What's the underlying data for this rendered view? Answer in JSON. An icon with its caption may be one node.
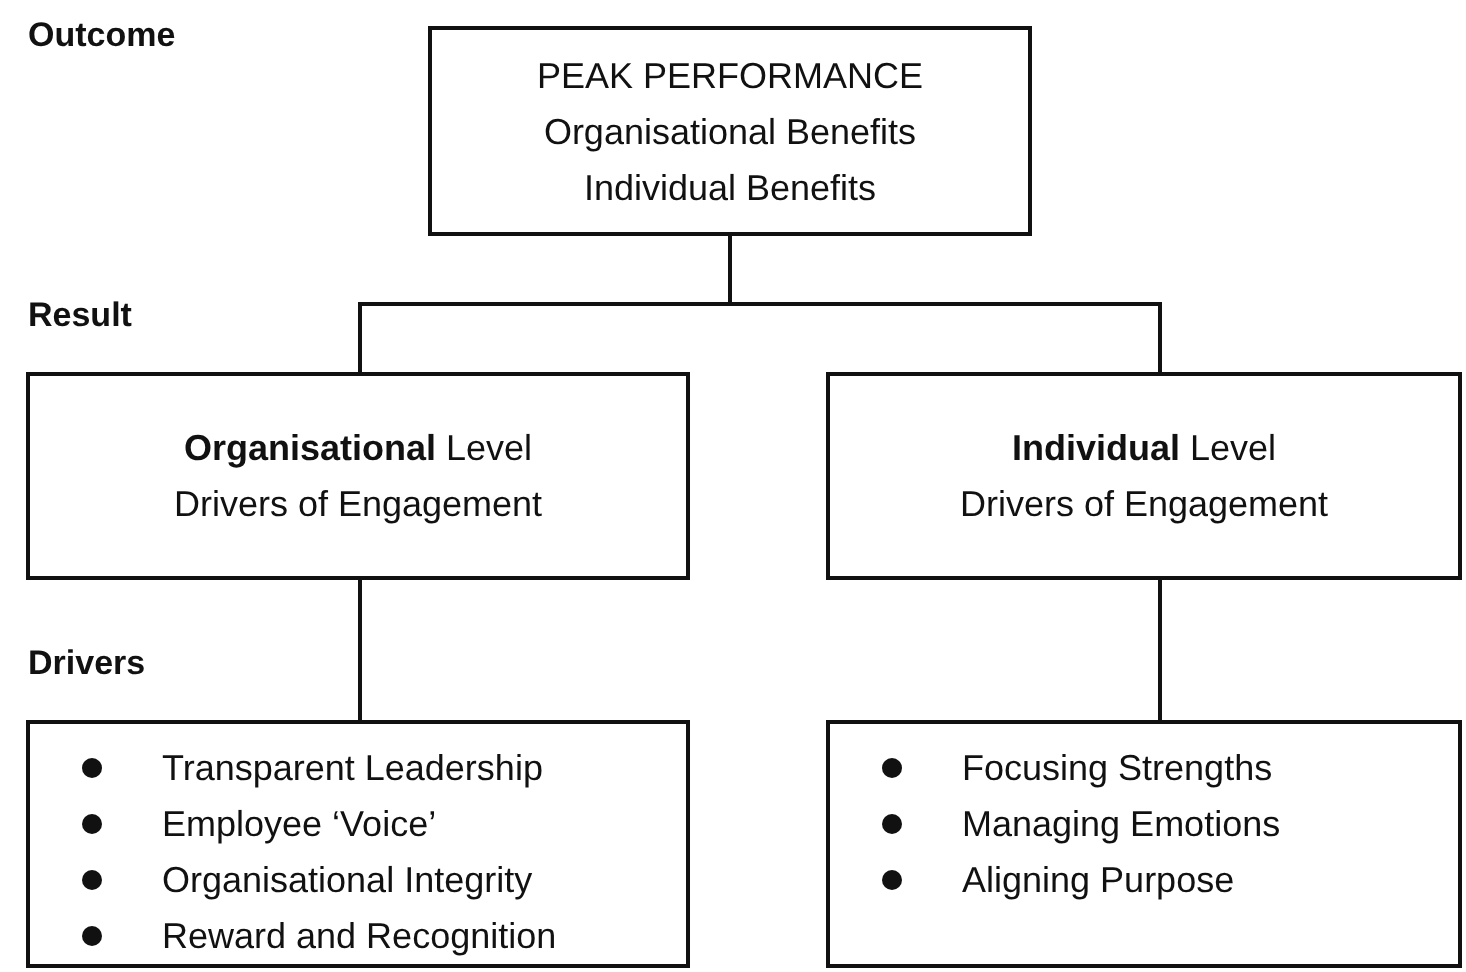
{
  "diagram": {
    "nodes": [
      {
        "text": [
          "PEAK PERFORMANCE",
          "Organisational Benefits",
          "Individual Benefits"
        ]
      },
      {
        "text": [
          "**Organisational** Level",
          "Drivers of Engagement"
        ]
      },
      {
        "text": [
          "**Individual** Level",
          "Drivers of Engagement"
        ]
      },
      {
        "text": [
          "Transparent Leadership",
          "Employee ‘Voice’",
          "Organisational Integrity",
          "Reward and Recognition"
        ]
      },
      {
        "text": [
          "Focusing Strengths",
          "Managing Emotions",
          "Aligning Purpose"
        ]
      }
    ],
    "edges": [
      {
        "from": 0,
        "to": 1,
        "arrow": "none"
      },
      {
        "from": 0,
        "to": 2,
        "arrow": "none"
      },
      {
        "from": 1,
        "to": 3,
        "arrow": "none"
      },
      {
        "from": 2,
        "to": 4,
        "arrow": "none"
      }
    ],
    "labels": [
      "Outcome",
      "Result",
      "Drivers"
    ]
  }
}
